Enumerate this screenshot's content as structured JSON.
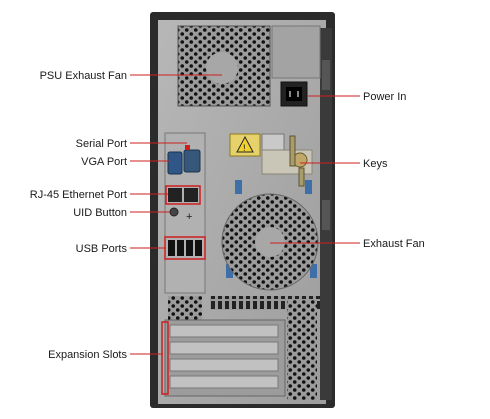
{
  "labels": {
    "psu_exhaust_fan": "PSU Exhaust Fan",
    "power_in": "Power In",
    "serial_port": "Serial Port",
    "vga_port": "VGA Port",
    "keys": "Keys",
    "rj45_port": "RJ-45 Ethernet Port",
    "uid_button": "UID Button",
    "exhaust_fan": "Exhaust Fan",
    "usb_ports": "USB Ports",
    "expansion_slots": "Expansion Slots"
  },
  "colors": {
    "chassis_frame": "#2b2b2b",
    "panel": "#a9aaa9",
    "callout": "#cc1f1f",
    "fan_hole": "#111111",
    "text": "#1a1a1a"
  },
  "icons": {
    "warning": "warning-triangle-icon",
    "plus": "plus-icon"
  }
}
